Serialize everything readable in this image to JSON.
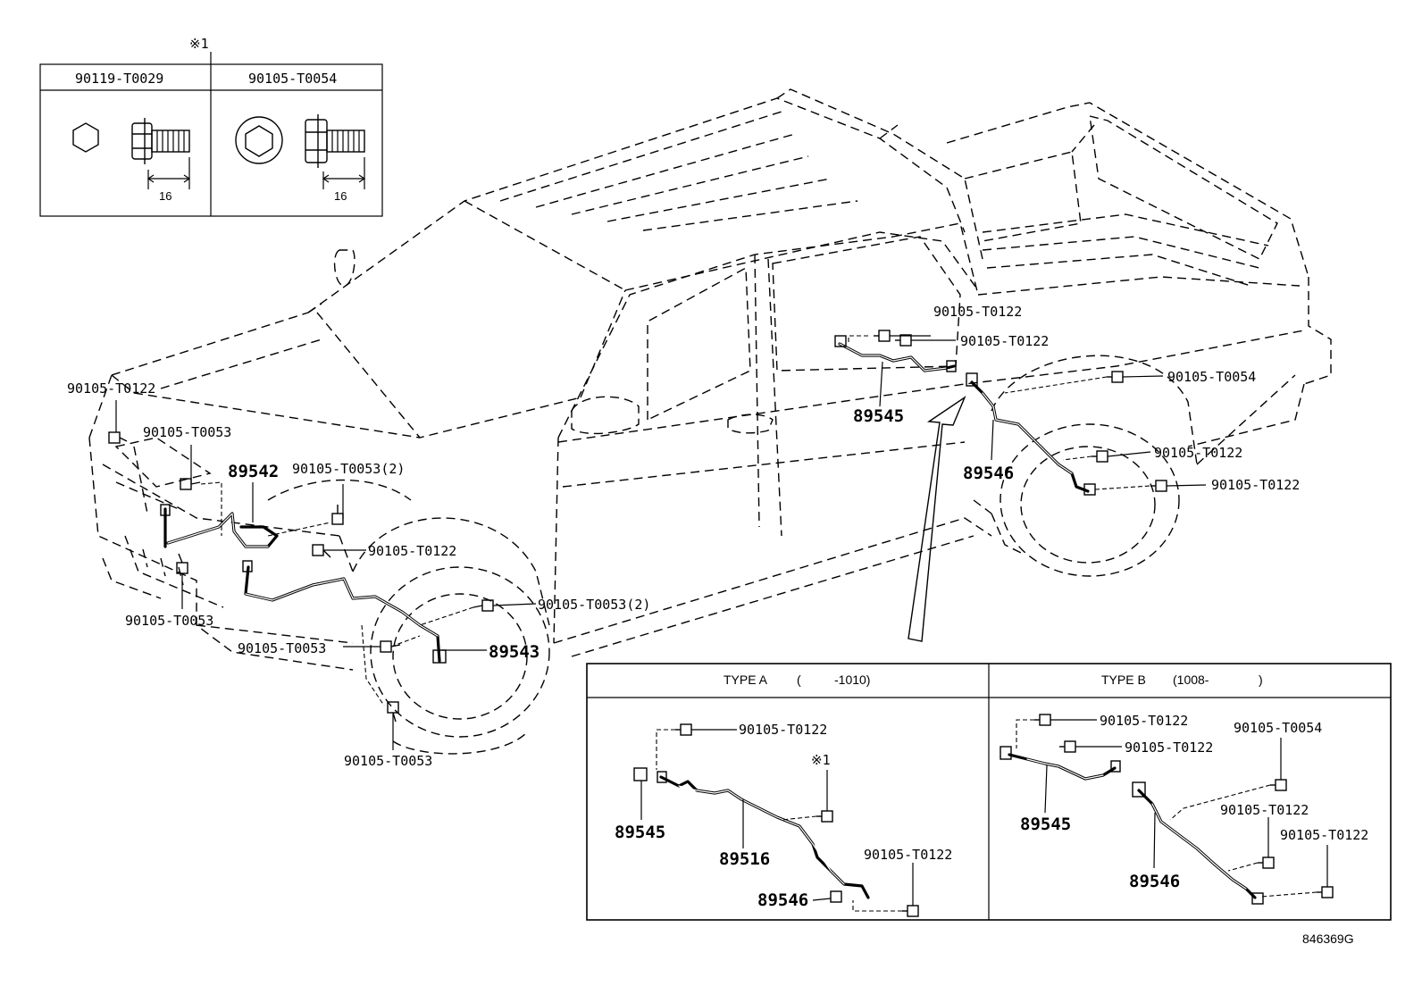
{
  "diagram": {
    "figure_id": "846369G",
    "note_mark": "※1",
    "bolt_table": {
      "columns": [
        "90119-T0029",
        "90105-T0054"
      ],
      "dimension": "16"
    },
    "labels": {
      "p_90105_T0122": "90105-T0122",
      "p_90105_T0053": "90105-T0053",
      "p_90105_T0053_2": "90105-T0053(2)",
      "p_90105_T0054": "90105-T0054",
      "p_89542": "89542",
      "p_89543": "89543",
      "p_89545": "89545",
      "p_89546": "89546",
      "p_89516": "89516"
    },
    "type_a": {
      "title": "TYPE A",
      "range_open": "(",
      "range_end": "-1010)"
    },
    "type_b": {
      "title": "TYPE B",
      "range_start": "(1008-",
      "range_close": ")"
    }
  }
}
